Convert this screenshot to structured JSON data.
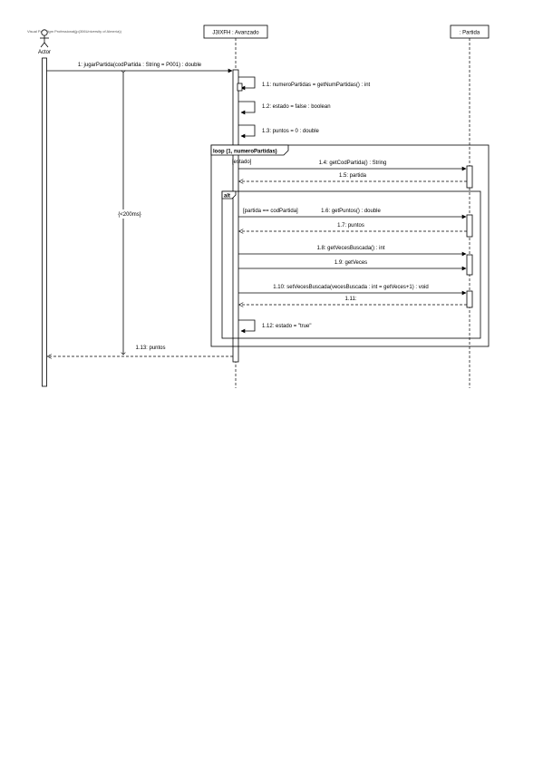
{
  "watermark": "Visual Paradigm Professional(jp(306University of Almería))",
  "actor": {
    "label": "Actor"
  },
  "lifelines": {
    "avanzado": "J3IXFH : Avanzado",
    "partida": ": Partida"
  },
  "messages": {
    "m1": "1: jugarPartida(codPartida : String = P001) : double",
    "m1_1": "1.1: numeroPartidas = getNumPartidas() : int",
    "m1_2": "1.2: estado = false : boolean",
    "m1_3": "1.3: puntos = 0 : double",
    "m1_4": "1.4: getCodPartida() : String",
    "m1_5": "1.5: partida",
    "m1_6": "1.6: getPuntos() : double",
    "m1_7": "1.7: puntos",
    "m1_8": "1.8: getVecesBuscada() : int",
    "m1_9": "1.9: getVeces",
    "m1_10": "1.10: setVecesBuscada(vecesBuscada : int = getVeces+1) : void",
    "m1_11": "1.11:",
    "m1_12": "1.12: estado = \"true\"",
    "m1_13": "1.13: puntos"
  },
  "fragments": {
    "loop_label": "loop (1, numeroPartidas)",
    "loop_guard": "[estado]",
    "alt_label": "alt",
    "alt_guard": "[partida == codPartida]"
  },
  "constraint": "{<200ms}"
}
